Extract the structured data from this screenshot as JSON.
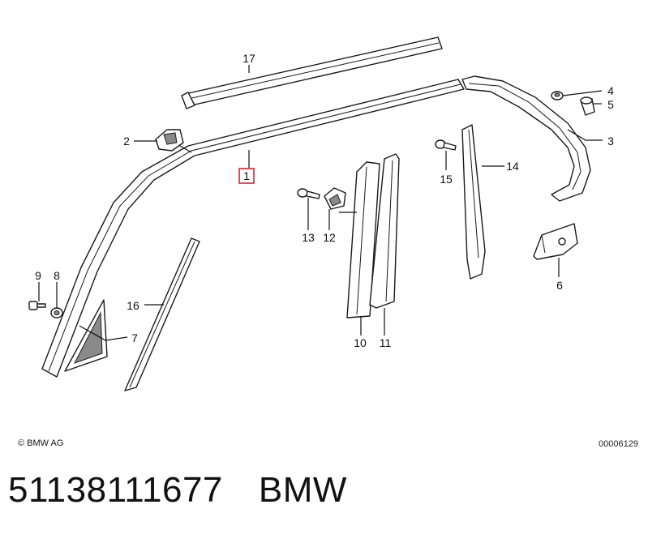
{
  "callouts": {
    "p1": "1",
    "p2": "2",
    "p3": "3",
    "p4": "4",
    "p5": "5",
    "p6": "6",
    "p7": "7",
    "p8": "8",
    "p9": "9",
    "p10": "10",
    "p11": "11",
    "p12": "12",
    "p13": "13",
    "p14": "14",
    "p15": "15",
    "p16": "16",
    "p17": "17"
  },
  "footer": {
    "copyright": "© BMW AG",
    "doc_number": "00006129",
    "part_number": "51138111677",
    "brand": "BMW"
  },
  "colors": {
    "highlight": "#d9232e",
    "line": "#1a1a1a"
  }
}
